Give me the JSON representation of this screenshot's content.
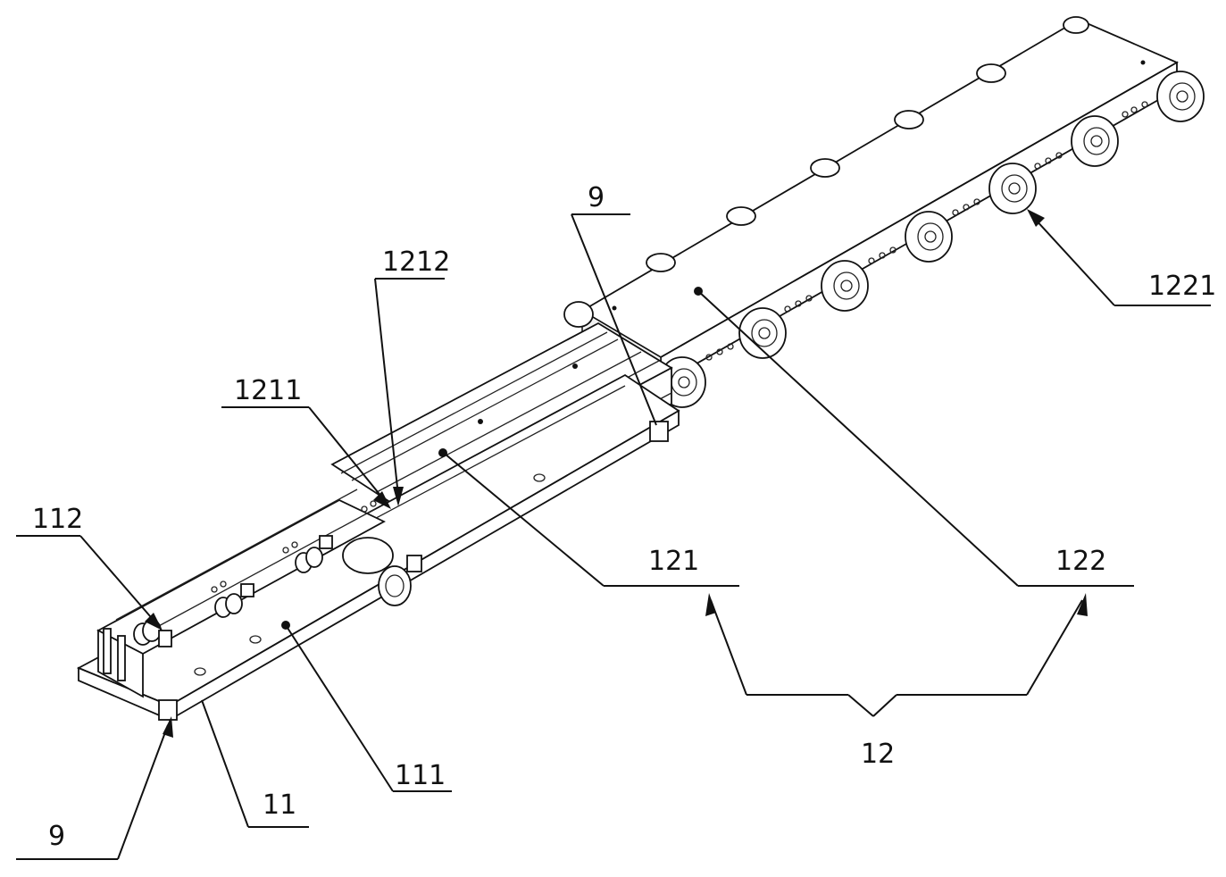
{
  "figure": {
    "labels": {
      "top_9": "9",
      "l1212": "1212",
      "l1211": "1211",
      "l112": "112",
      "l121": "121",
      "l122": "122",
      "l1221": "1221",
      "l12": "12",
      "l111": "111",
      "l11": "11",
      "bottom_9": "9"
    }
  }
}
